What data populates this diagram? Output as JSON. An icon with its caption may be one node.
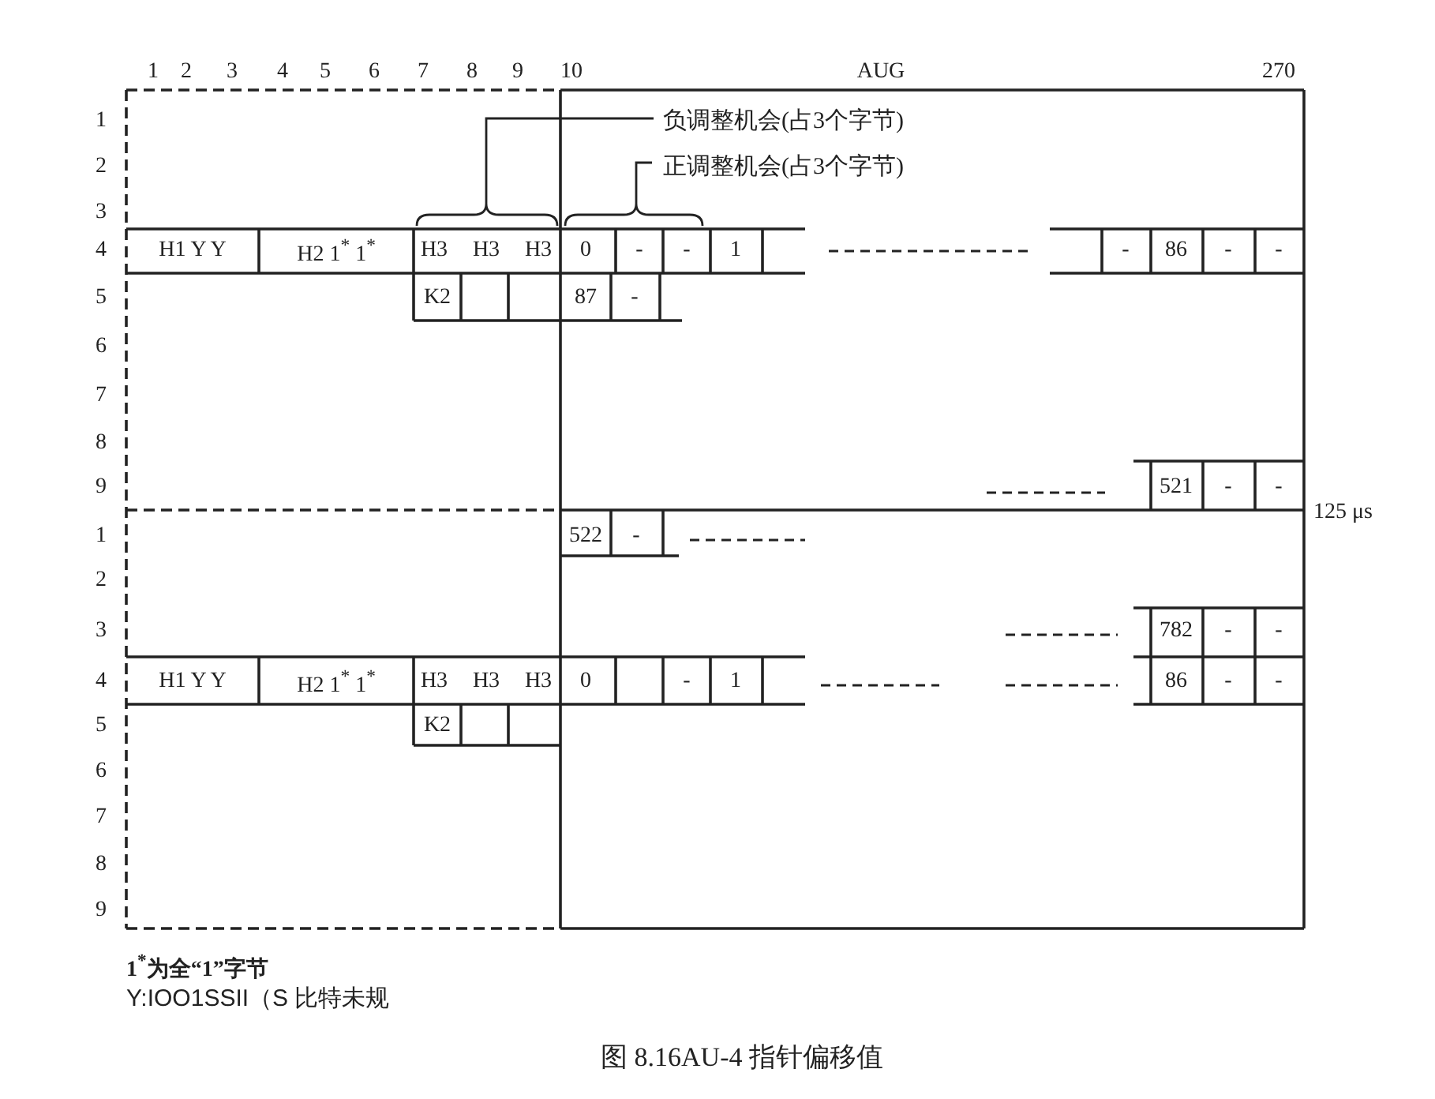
{
  "diagram": {
    "caption": "图 8.16AU-4 指针偏移值",
    "labels": [
      "1",
      "2",
      "3",
      "4",
      "5",
      "6",
      "7",
      "8",
      "9",
      "10",
      "AUG",
      "270",
      "1",
      "负调整机会(占3个字节)",
      "2",
      "正调整机会(占3个字节)",
      "3",
      "4",
      "H1 Y Y",
      "H2 1$^{*}$ 1$^{*}$",
      "H3",
      "H3",
      "H3",
      "0",
      "-",
      "-",
      "1",
      "-",
      "86",
      "-",
      "-",
      "5",
      "K2",
      "87",
      "-",
      "6",
      "7",
      "8",
      "9",
      "521",
      "-",
      "-",
      "125 μs",
      "1",
      "522",
      "-",
      "2",
      "3",
      "782",
      "-",
      "-",
      "4",
      "H1 Y Y",
      "H2 1$^{*}$ 1$^{*}$",
      "H3",
      "H3",
      "H3",
      "0",
      "-",
      "1",
      "86",
      "-",
      "-",
      "5",
      "K2",
      "6",
      "7",
      "8",
      "9",
      "1$^{*}$为全“1”字节",
      "Y:IOO1SSII（S 比特未规"
    ]
  }
}
